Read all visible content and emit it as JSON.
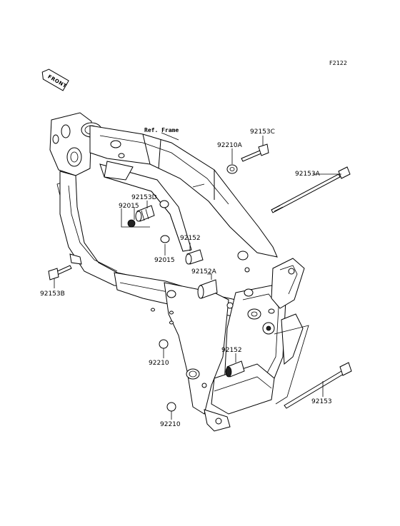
{
  "diagram_code": "F2122",
  "front_badge": "FRONT",
  "ref_frame": "Ref. Frame",
  "callouts": [
    {
      "id": "92153C",
      "text": "92153C"
    },
    {
      "id": "92210A",
      "text": "92210A"
    },
    {
      "id": "92153A",
      "text": "92153A"
    },
    {
      "id": "92153D",
      "text": "92153D"
    },
    {
      "id": "92015a",
      "text": "92015"
    },
    {
      "id": "92152a",
      "text": "92152"
    },
    {
      "id": "92015b",
      "text": "92015"
    },
    {
      "id": "92152A",
      "text": "92152A"
    },
    {
      "id": "92153B",
      "text": "92153B"
    },
    {
      "id": "92210a",
      "text": "92210"
    },
    {
      "id": "92152b",
      "text": "92152"
    },
    {
      "id": "92153",
      "text": "92153"
    },
    {
      "id": "92210b",
      "text": "92210"
    }
  ]
}
